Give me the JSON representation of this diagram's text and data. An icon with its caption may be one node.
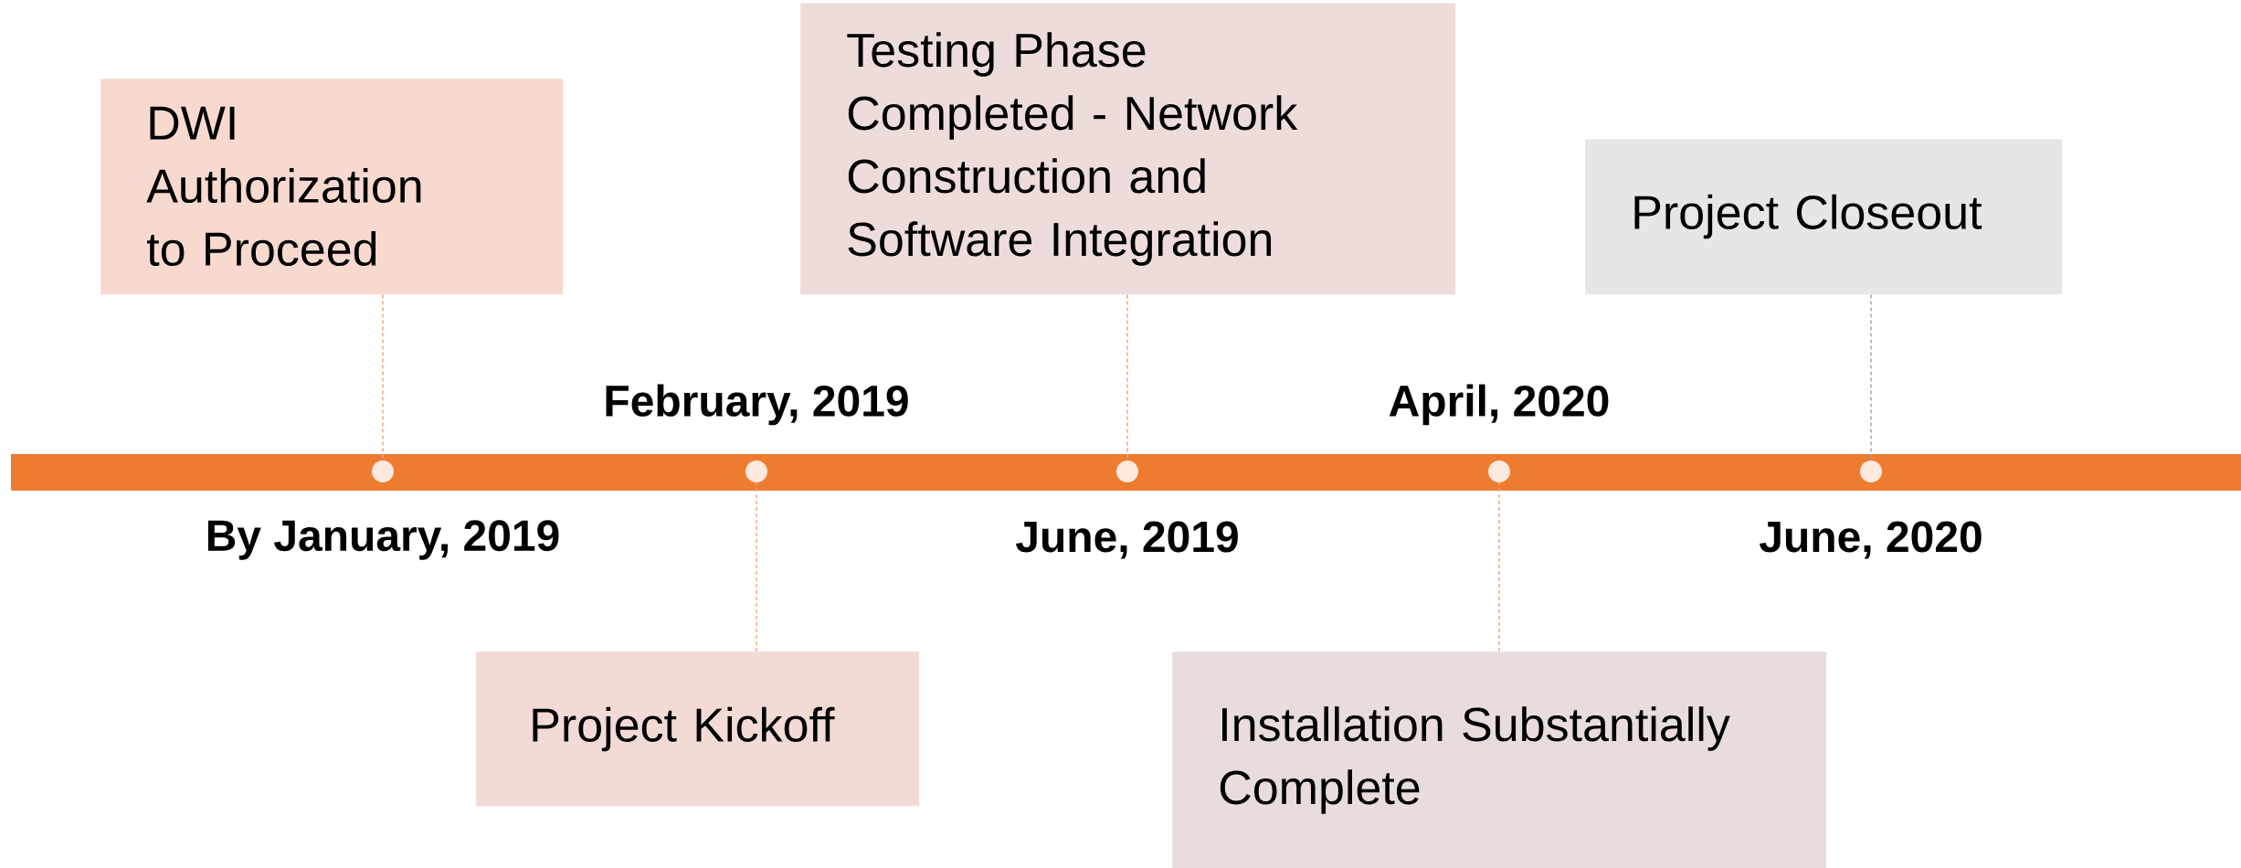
{
  "diagram": {
    "nodes": [
      {
        "text": [
          "DWI Authorization to Proceed"
        ]
      },
      {
        "text": [
          "Project Kickoff"
        ]
      },
      {
        "text": [
          "Testing Phase Completed - Network Construction and Software Integration"
        ]
      },
      {
        "text": [
          "Installation Substantially Complete"
        ]
      },
      {
        "text": [
          "Project Closeout"
        ]
      },
      {
        "text": [],
        "shape": "circle"
      },
      {
        "text": [],
        "shape": "circle"
      },
      {
        "text": [],
        "shape": "circle"
      },
      {
        "text": [],
        "shape": "circle"
      },
      {
        "text": [],
        "shape": "circle"
      }
    ],
    "edges": [
      {
        "from": 0,
        "to": 5,
        "arrow": "none",
        "style": "dashed"
      },
      {
        "from": 1,
        "to": 6,
        "arrow": "none",
        "style": "dashed"
      },
      {
        "from": 2,
        "to": 7,
        "arrow": "none",
        "style": "dashed"
      },
      {
        "from": 3,
        "to": 8,
        "arrow": "none",
        "style": "dashed"
      },
      {
        "from": 4,
        "to": 9,
        "arrow": "none",
        "style": "dashed",
        "color": "#a6a6a6"
      }
    ],
    "labels": [
      "February, 2019",
      "April, 2020",
      "By January, 2019",
      "June, 2019",
      "June, 2020"
    ]
  }
}
